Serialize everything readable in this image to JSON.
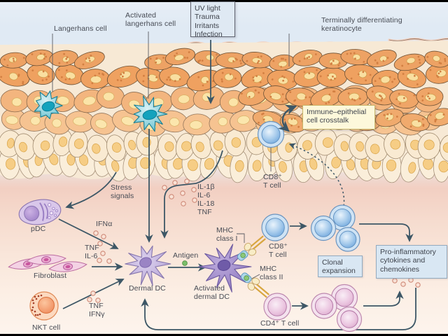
{
  "labels": {
    "langerhans_cell": "Langerhans cell",
    "activated_langerhans_cell": "Activated\nlangerhans cell",
    "terminally_differentiating_keratinocyte": "Terminally differentiating\nkeratinocyte",
    "cd8_t_cell_epithelium": "CD8⁺\nT cell",
    "stress_signals": "Stress\nsignals",
    "keratinocyte_cytokines": "IL-1β\nIL-6\nIL-18\nTNF",
    "pdc": "pDC",
    "ifn_alpha": "IFNα",
    "fibroblast_cytokines": "TNF\nIL-6",
    "fibroblast": "Fibroblast",
    "nkt_cytokines": "TNF\nIFNγ",
    "nkt_cell": "NKT cell",
    "dermal_dc": "Dermal DC",
    "antigen": "Antigen",
    "activated_dermal_dc": "Activated\ndermal DC",
    "mhc_class_i": "MHC\nclass I",
    "mhc_class_ii": "MHC\nclass II",
    "cd8_t_cell": "CD8⁺\nT cell",
    "cd4_t_cell": "CD4⁺ T cell"
  },
  "boxes": {
    "uv_triggers": "UV light\nTrauma\nIrritants\nInfection",
    "immune_epithelial_crosstalk": "Immune–epithelial\ncell crosstalk",
    "clonal_expansion": "Clonal\nexpansion",
    "pro_inflammatory": "Pro-inflammatory\ncytokines and\nchemokines"
  },
  "colors": {
    "arrow": "#3d5766",
    "text": "#474b54",
    "langerhans_teal": "#54bccd",
    "keratinocyte_orange": "#efa160",
    "basal_cream": "#faeeda",
    "dermal_dc_purple": "#b7a7d3",
    "activated_dc_purple": "#937fc3",
    "pdc_purple": "#b49bd5",
    "cd8_blue": "#8fbce8",
    "cd4_pink": "#e2b4d6",
    "fibroblast_pink": "#f4d2e4",
    "nkt_orange": "#f08c5c",
    "cytokine_dot": "#cf8a78",
    "antigen_green": "#7bbf6a",
    "uv_box_bg": "#dfe9f3",
    "crosstalk_box_bg": "#fdf8db",
    "info_box_bg": "#d9e7f3",
    "sky_blue": "#e2ebf4",
    "dermis_pink": "#f3d2c5"
  }
}
